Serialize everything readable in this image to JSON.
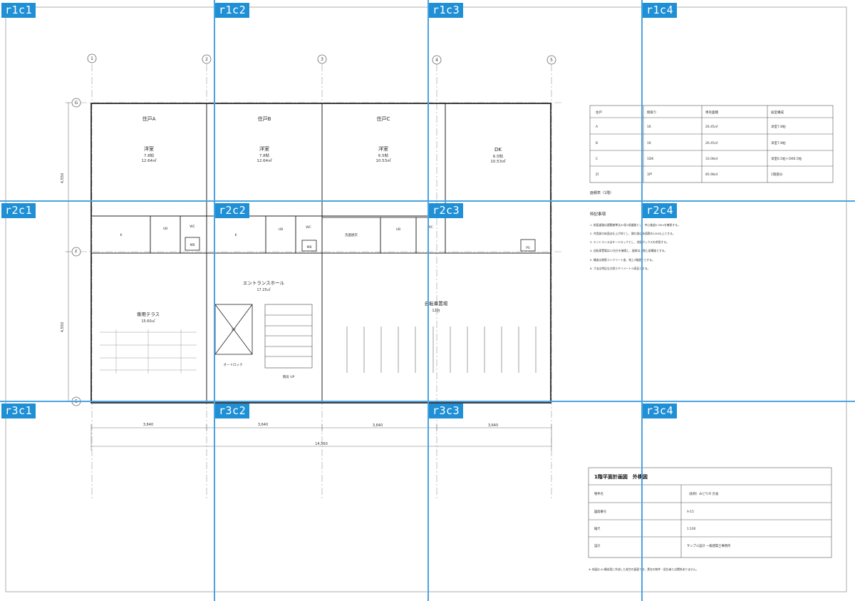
{
  "drawing": {
    "grid_markers": [
      "1",
      "2",
      "3",
      "4",
      "5"
    ],
    "row_markers": [
      "G",
      "F",
      "E"
    ],
    "rooms": {
      "unit_a": {
        "title": "住戸A",
        "room": "洋室",
        "size": "7.8帖",
        "area": "12.64㎡"
      },
      "unit_b": {
        "title": "住戸B",
        "room": "洋室",
        "size": "7.8帖",
        "area": "12.64㎡"
      },
      "unit_c": {
        "title": "住戸C",
        "room": "洋室",
        "size": "6.5帖",
        "area": "10.53㎡"
      },
      "unit_dk": {
        "room": "DK",
        "size": "6.5帖",
        "area": "10.53㎡"
      }
    },
    "service_labels": {
      "k1": "K",
      "ub1": "UB",
      "wc1": "WC",
      "mb1": "MB",
      "k2": "K",
      "ub2": "UB",
      "wc2": "WC",
      "mb2": "MB",
      "laundry": "洗面脱衣",
      "ub3": "UB",
      "wc3": "WC",
      "ps": "PS"
    },
    "terrace": {
      "name": "専用テラス",
      "area": "15.60㎡"
    },
    "entrance": {
      "name": "エントランスホール",
      "area": "17.25㎡",
      "ev": "EV",
      "autolock": "オートロック",
      "stairs": "階段 UP"
    },
    "bicycle": {
      "name": "自転車置場",
      "count": "12台"
    },
    "vertical_dims": [
      "4,550",
      "4,550"
    ],
    "horizontal_dims": [
      "3,640",
      "3,640",
      "3,640",
      "3,640"
    ],
    "total_dim": "14,560"
  },
  "area_table": {
    "headers": [
      "住戸",
      "間取り",
      "専有面積",
      "居室構成"
    ],
    "rows": [
      [
        "A",
        "1K",
        "26.45㎡",
        "洋室7.8帖"
      ],
      [
        "B",
        "1K",
        "26.45㎡",
        "洋室7.8帖"
      ],
      [
        "C",
        "1DK",
        "33.08㎡",
        "洋室6.5帖＋DK6.5帖"
      ],
      [
        "計",
        "3戸",
        "85.98㎡",
        "1階部分"
      ]
    ],
    "caption": "面積表（1階）"
  },
  "notes": {
    "title": "特記事項",
    "items": [
      "1. 前面道路は建築基準法42条2項道路とし、中心後退0.35mを確保する。",
      "2. 共用部の床面は仕上げ材とし、開口部は床面積の1/50以上とする。",
      "3. エントランスはオートロックとし、宅配ボックスを併設する。",
      "4. 自転車置場は12台分を確保し、屋根は土間上部構造とする。",
      "5. 構造は鉄筋コンクリート造、地上3階建てとする。",
      "6. 寸法は特記なき限りミリメートル表記とする。"
    ]
  },
  "title_block": {
    "title": "1階平面計画図　外構図",
    "rows": [
      [
        "物件名",
        "（仮称）みどりの 計画"
      ],
      [
        "図面番号",
        "A-15"
      ],
      [
        "縮尺",
        "1:100"
      ],
      [
        "設計",
        "サンプル設計 一級建築士事務所"
      ]
    ],
    "footnote": "※ 本図は AI 構成用に作成した架空の図面です。実在の物件・設計者とは関係ありません。"
  },
  "overlay": {
    "cell_labels": [
      "r1c1",
      "r1c2",
      "r1c3",
      "r1c4",
      "r2c1",
      "r2c2",
      "r2c3",
      "r2c4",
      "r3c1",
      "r3c2",
      "r3c3",
      "r3c4"
    ]
  },
  "colors": {
    "ink": "#111111",
    "thin": "#888888",
    "overlay": "#4aa3e0",
    "tag": "#1f8fd6"
  }
}
